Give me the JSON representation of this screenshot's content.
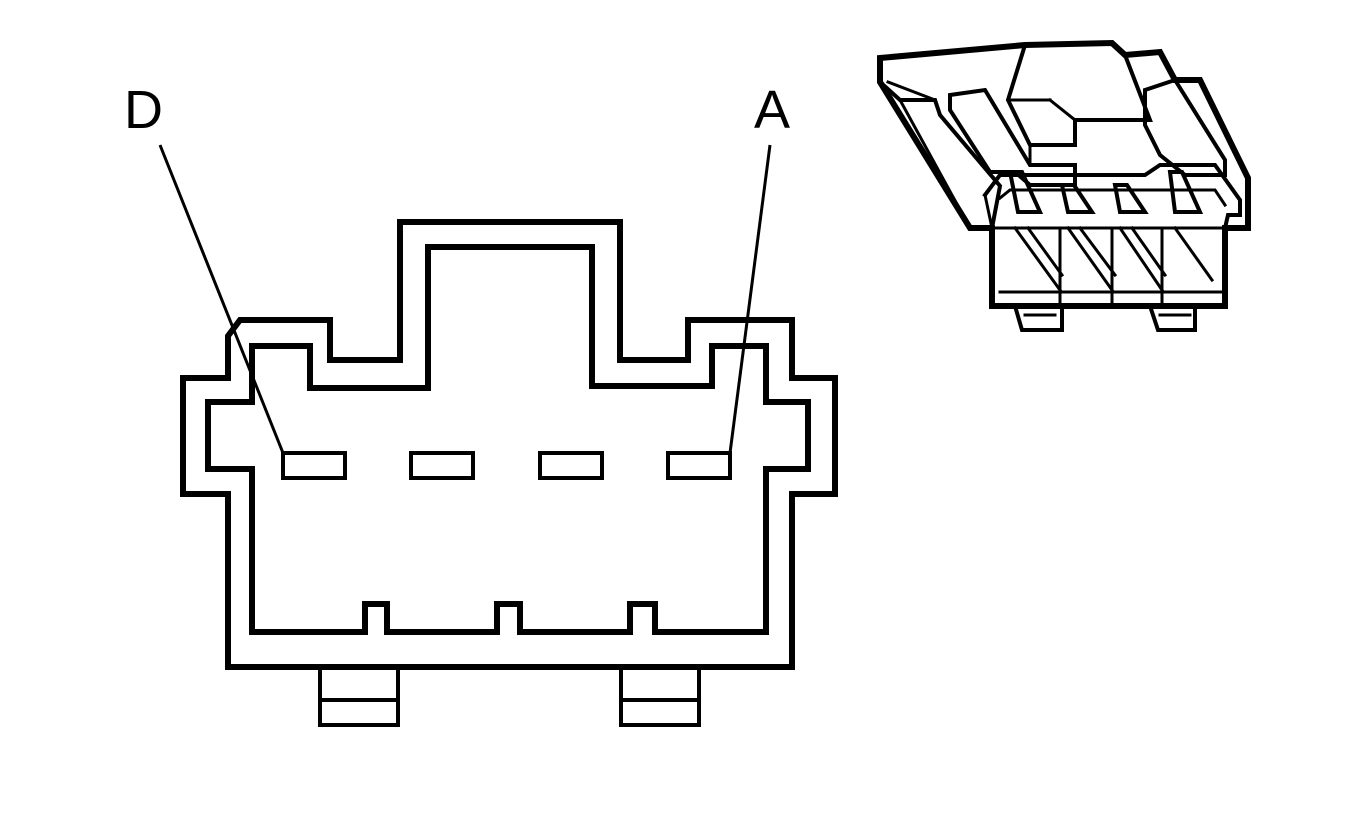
{
  "diagram": {
    "pin_labels": {
      "left": "D",
      "right": "A"
    },
    "terminal_count": 4,
    "line_color": "#000000",
    "background_color": "#ffffff"
  }
}
